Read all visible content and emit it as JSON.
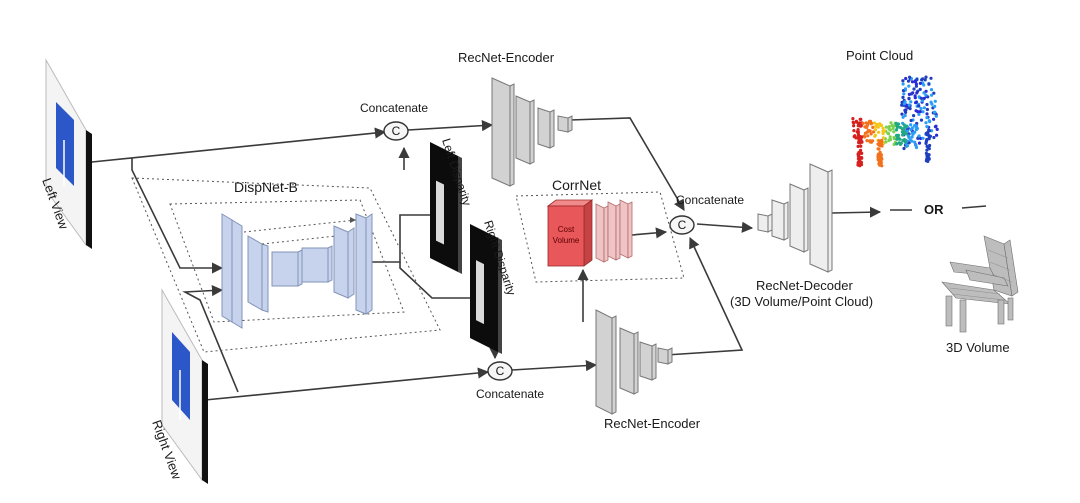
{
  "labels": {
    "left_view": "Left View",
    "right_view": "Right View",
    "dispnet": "DispNet-B",
    "left_disparity": "Left Disparity",
    "right_disparity": "Right Disparity",
    "concatenate_top": "Concatenate",
    "concatenate_bottom": "Concatenate",
    "concatenate_right": "Concatenate",
    "recnet_encoder_top": "RecNet-Encoder",
    "recnet_encoder_bottom": "RecNet-Encoder",
    "corrnet": "CorrNet",
    "cost_volume_1": "Cost",
    "cost_volume_2": "Volume",
    "recnet_decoder_1": "RecNet-Decoder",
    "recnet_decoder_2": "(3D Volume/Point Cloud)",
    "point_cloud": "Point Cloud",
    "or": "OR",
    "volume_3d": "3D Volume",
    "concat_symbol": "C"
  },
  "colors": {
    "line": "#3a3a3a",
    "view_blue": "#2b57c8",
    "dispnet_block": "#c7d3ec",
    "encoder_gray": "#d2d2d2",
    "cost_volume": "#e8575a",
    "corr_layer": "#f0c4c4",
    "decoder_block": "#eeeeee"
  }
}
